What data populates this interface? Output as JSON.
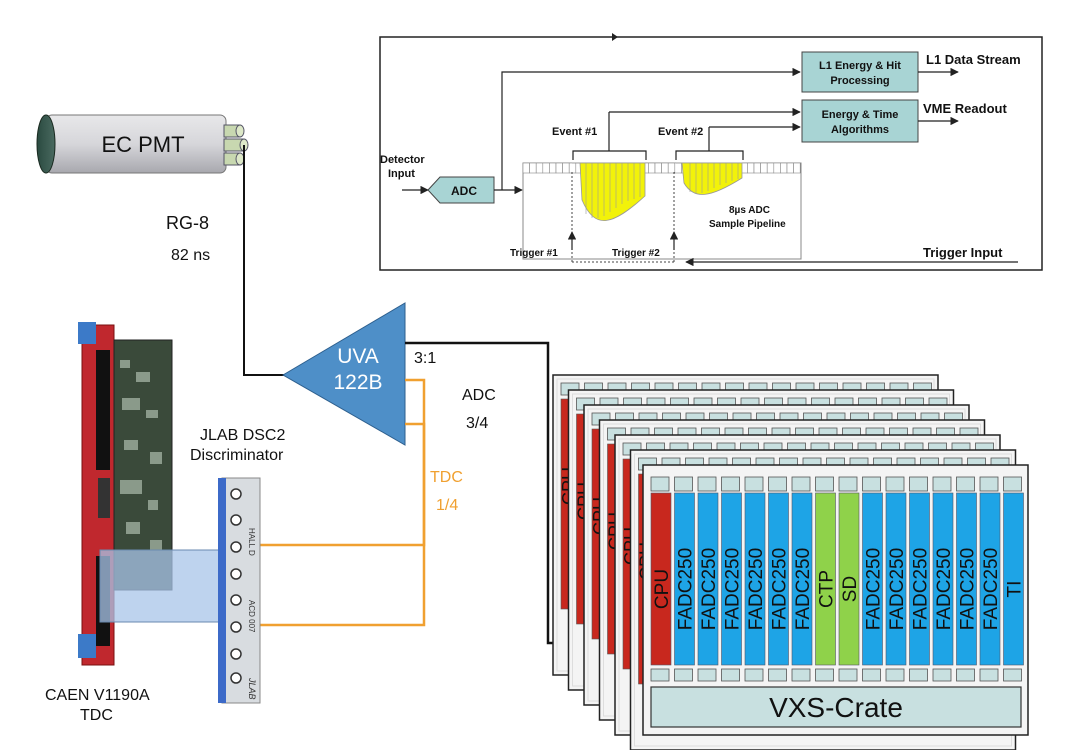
{
  "pmt": {
    "label": "EC PMT"
  },
  "cable": {
    "type": "RG-8",
    "delay": "82 ns"
  },
  "amplifier": {
    "line1": "UVA",
    "line2": "122B",
    "ratio": "3:1"
  },
  "split": {
    "adc_label": "ADC",
    "adc_fraction": "3/4",
    "tdc_label": "TDC",
    "tdc_fraction": "1/4"
  },
  "discriminator": {
    "line1": "JLAB DSC2",
    "line2": "Discriminator",
    "panel_text1": "HALL D",
    "panel_text2": "ACD 007",
    "panel_text3": "JLAB"
  },
  "tdc_board": {
    "line1": "CAEN V1190A",
    "line2": "TDC"
  },
  "inset": {
    "l1_box_line1": "L1 Energy & Hit",
    "l1_box_line2": "Processing",
    "l1_output": "L1 Data Stream",
    "et_box_line1": "Energy & Time",
    "et_box_line2": "Algorithms",
    "et_output": "VME Readout",
    "detector_input_line1": "Detector",
    "detector_input_line2": "Input",
    "adc": "ADC",
    "event1": "Event #1",
    "event2": "Event #2",
    "pipeline_line1": "8µs ADC",
    "pipeline_line2": "Sample Pipeline",
    "trigger1": "Trigger #1",
    "trigger2": "Trigger #2",
    "trigger_input": "Trigger Input"
  },
  "crate": {
    "name": "VXS-Crate",
    "back_cpu": "CPU",
    "slots": [
      "CPU",
      "FADC250",
      "FADC250",
      "FADC250",
      "FADC250",
      "FADC250",
      "FADC250",
      "CTP",
      "SD",
      "FADC250",
      "FADC250",
      "FADC250",
      "FADC250",
      "FADC250",
      "FADC250",
      "TI"
    ]
  },
  "colors": {
    "cpu": "#c8281e",
    "fadc": "#1ea4e6",
    "ctp": "#8fd24a",
    "sd": "#8fd24a",
    "ti": "#1ea4e6",
    "tdc_line": "#f0a030",
    "amplifier": "#4e8fc8",
    "inset_box": "#a8d4d4",
    "yellow": "#f2f20a"
  }
}
